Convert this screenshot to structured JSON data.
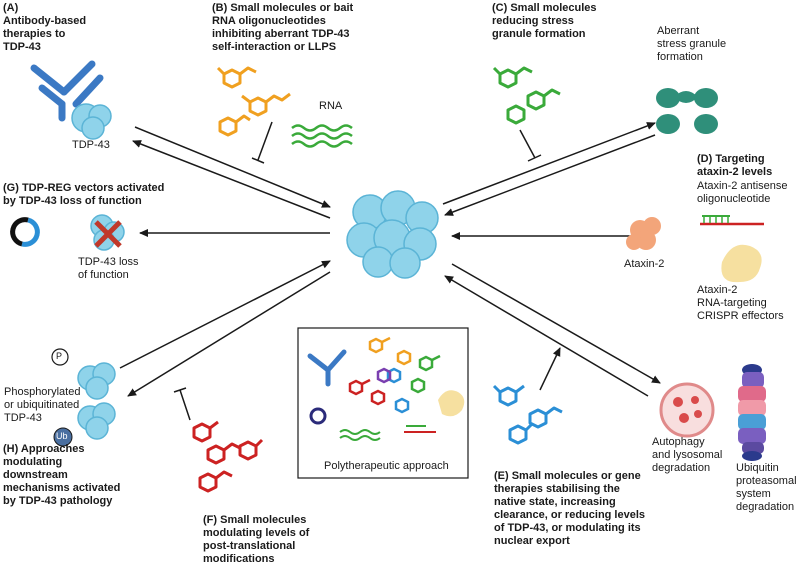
{
  "colors": {
    "tdp43": "#8fd3ea",
    "tdp43_stroke": "#5bb4d6",
    "antibody": "#3b79c4",
    "orange": "#f0a020",
    "green": "#3aaa3a",
    "red": "#cc2222",
    "blue": "#2b8fd6",
    "teal": "#2f8f7a",
    "ataxin": "#f3a57a",
    "crispr": "#f6e0a0",
    "arrow": "#1a1a1a"
  },
  "labels": {
    "A": [
      "(A)",
      "Antibody-based",
      "therapies to",
      "TDP-43"
    ],
    "B": [
      "(B) Small molecules or bait",
      "RNA oligonucleotides",
      "inhibiting aberrant TDP-43",
      "self-interaction or LLPS"
    ],
    "C": [
      "(C) Small molecules",
      "reducing stress",
      "granule formation"
    ],
    "aberrant": [
      "Aberrant",
      "stress granule",
      "formation"
    ],
    "D": [
      "(D) Targeting",
      "ataxin-2 levels"
    ],
    "D_aso": [
      "Ataxin-2 antisense",
      "oligonucleotide"
    ],
    "ataxin": "Ataxin-2",
    "crispr": [
      "Ataxin-2",
      "RNA-targeting",
      "CRISPR effectors"
    ],
    "rna": "RNA",
    "tdp43": "TDP-43",
    "G": [
      "(G) TDP-REG vectors activated",
      "by TDP-43 loss of function"
    ],
    "tdp_loss": [
      "TDP-43 loss",
      "of function"
    ],
    "phospho": [
      "Phosphorylated",
      "or ubiquitinated",
      "TDP-43"
    ],
    "H": [
      "(H) Approaches",
      "modulating",
      "downstream",
      "mechanisms activated",
      "by TDP-43 pathology"
    ],
    "F": [
      "(F) Small molecules",
      "modulating levels of",
      "post-translational",
      "modifications"
    ],
    "poly": "Polytherapeutic approach",
    "E": [
      "(E) Small molecules or gene",
      "therapies stabilising the",
      "native state, increasing",
      "clearance, or reducing levels",
      "of TDP-43, or modulating its",
      "nuclear export"
    ],
    "autophagy": [
      "Autophagy",
      "and lysosomal",
      "degradation"
    ],
    "ubiquitin": [
      "Ubiquitin",
      "proteasomal",
      "system",
      "degradation"
    ],
    "P": "P",
    "Ub": "Ub"
  }
}
